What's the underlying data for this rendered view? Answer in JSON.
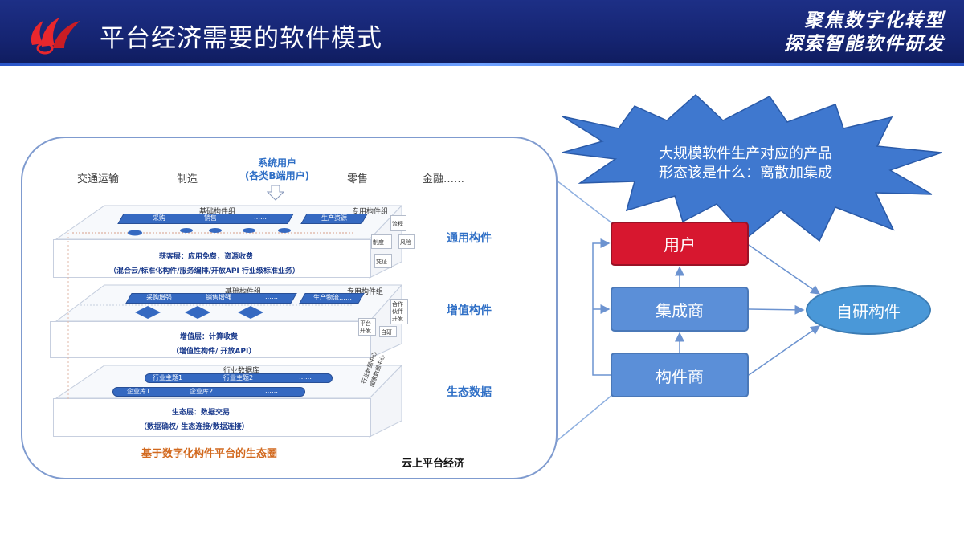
{
  "header": {
    "title": "平台经济需要的软件模式",
    "slogan_line1": "聚焦数字化转型",
    "slogan_line2": "探索智能软件研发"
  },
  "panel": {
    "industries": [
      "交通运输",
      "制造",
      "零售",
      "金融……"
    ],
    "system_user_line1": "系统用户",
    "system_user_line2": "(各类B端用户)",
    "footer_left": "基于数字化构件平台的生态圈",
    "footer_right": "云上平台经济",
    "layers": [
      {
        "label": "通用构件",
        "group_basic": "基础构件组",
        "group_special": "专用构件组",
        "band_items": [
          "采购",
          "销售",
          "……"
        ],
        "special_item": "生产资源",
        "side": [
          "流程",
          "制度",
          "风险",
          "凭证"
        ],
        "text1": "获客层：应用免费，资源收费",
        "text2": "（混合云/标准化构件/服务编排/开放API 行业级标准业务）"
      },
      {
        "label": "增值构件",
        "group_basic": "基础构件组",
        "group_special": "专用构件组",
        "band_items": [
          "采购增强",
          "销售增强",
          "……"
        ],
        "special_item": "生产物流……",
        "side": [
          "合作伙伴开发",
          "平台开发",
          "自研"
        ],
        "text1": "增值层：计算收费",
        "text2": "（增值性构件/ 开放API）"
      },
      {
        "label": "生态数据",
        "group_basic": "行业数据库",
        "band_top": [
          "行业主题1",
          "行业主题2",
          "……"
        ],
        "band_bottom": [
          "企业库1",
          "企业库2",
          "……"
        ],
        "side": [
          "行业数据中心",
          "国家数据中心"
        ],
        "text1": "生态层：数据交易",
        "text2": "（数据确权/ 生态连接/数据连接）"
      }
    ]
  },
  "callout": {
    "line1": "大规模软件生产对应的产品",
    "line2": "形态该是什么：离散加集成"
  },
  "flow": {
    "user": "用户",
    "integrator": "集成商",
    "component_vendor": "构件商",
    "self_developed": "自研构件"
  },
  "colors": {
    "header_bg": "#152471",
    "user_red": "#d7172f",
    "node_blue": "#5b8fd8",
    "callout_blue": "#3f78cf",
    "label_blue": "#2f6fc6",
    "footer_orange": "#d2691e"
  }
}
